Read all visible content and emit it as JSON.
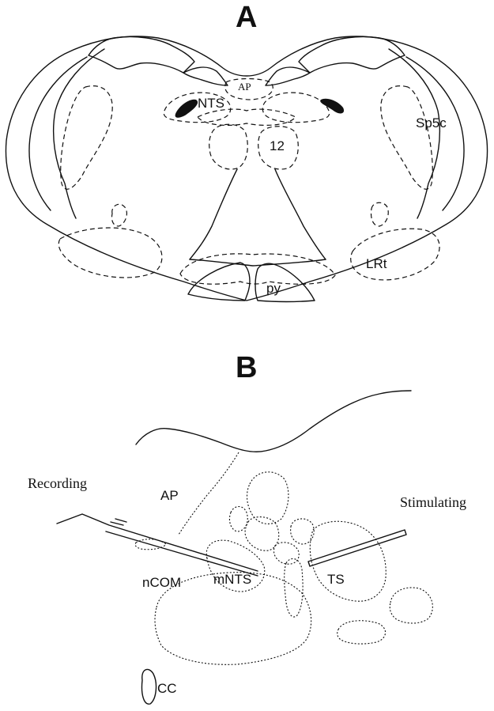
{
  "panel_a": {
    "letter": "A",
    "labels": {
      "ap": "AP",
      "nts": "NTS",
      "sp5c": "Sp5c",
      "nucleus_12": "12",
      "lrt": "LRt",
      "py": "py"
    }
  },
  "panel_b": {
    "letter": "B",
    "labels": {
      "recording": "Recording",
      "stimulating": "Stimulating",
      "ap": "AP",
      "ncom": "nCOM",
      "mnts": "mNTS",
      "ts": "TS",
      "cc": "CC"
    }
  }
}
